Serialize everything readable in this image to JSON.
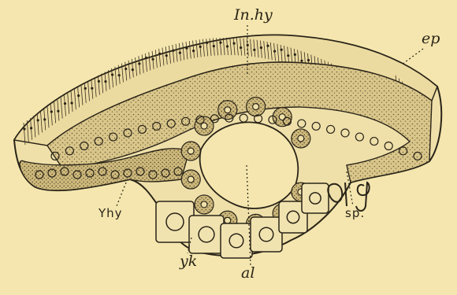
{
  "figure": {
    "background": "#f4e6ae",
    "ink": "#2a2418",
    "labels": {
      "in_hy": "In.hy",
      "ep": "ep",
      "y_hy": "Yhy",
      "yk": "yk",
      "al": "al",
      "sp": "sp."
    }
  }
}
